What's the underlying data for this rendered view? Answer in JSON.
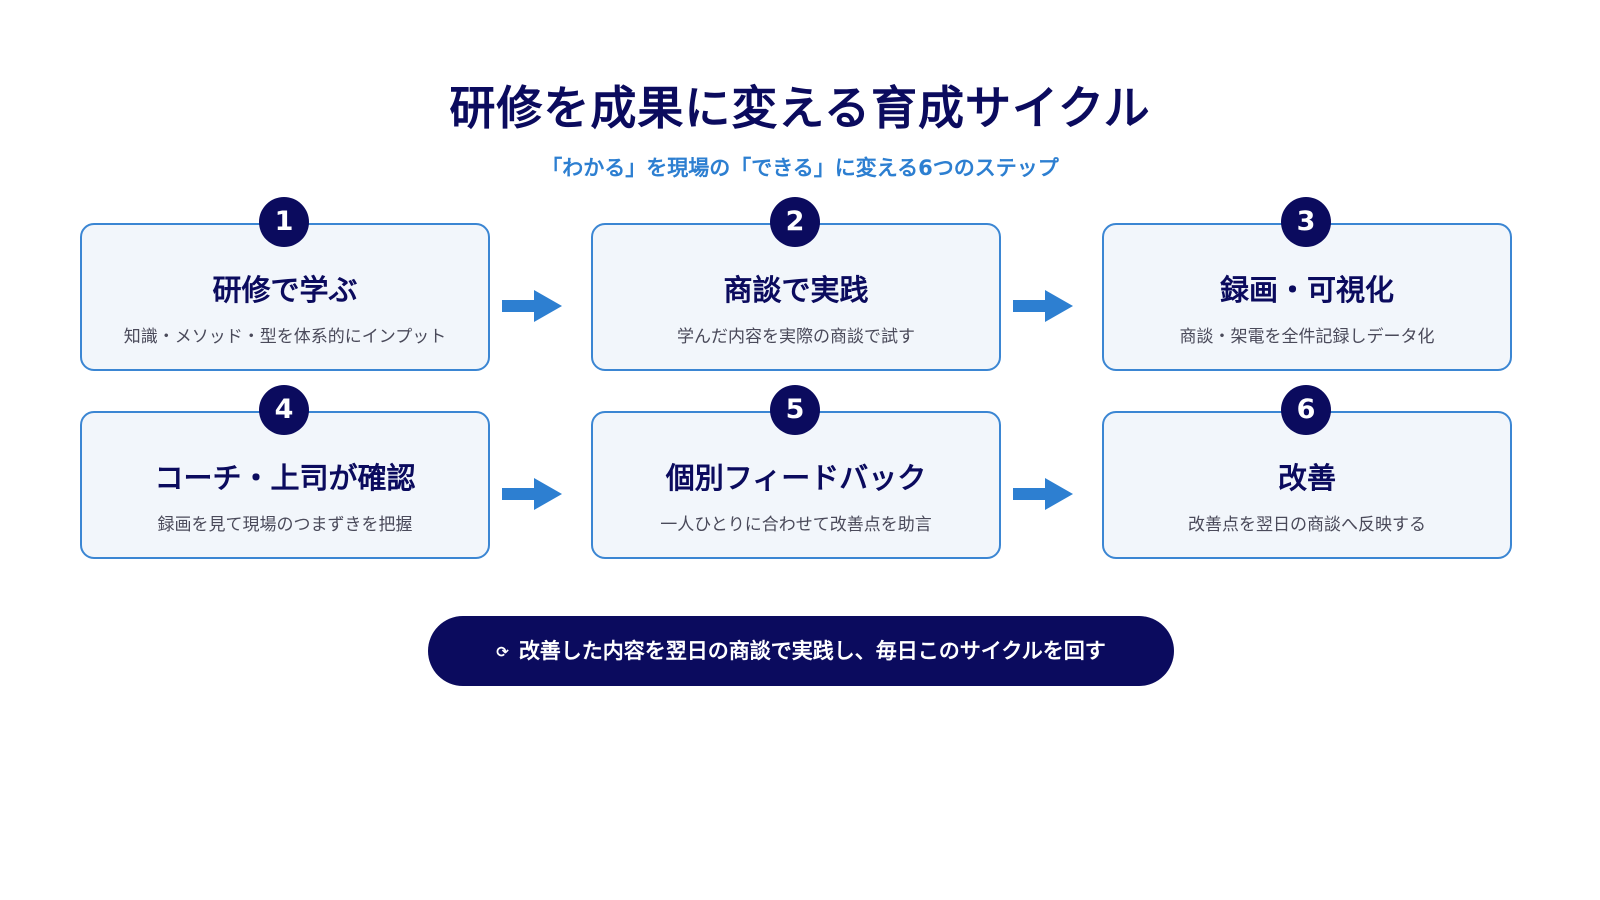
{
  "header": {
    "title": "研修を成果に変える育成サイクル",
    "subtitle": "「わかる」を現場の「できる」に変える6つのステップ"
  },
  "steps": [
    {
      "number": "1",
      "title": "研修で学ぶ",
      "description": "知識・メソッド・型を体系的にインプット"
    },
    {
      "number": "2",
      "title": "商談で実践",
      "description": "学んだ内容を実際の商談で試す"
    },
    {
      "number": "3",
      "title": "録画・可視化",
      "description": "商談・架電を全件記録しデータ化"
    },
    {
      "number": "4",
      "title": "コーチ・上司が確認",
      "description": "録画を見て現場のつまずきを把握"
    },
    {
      "number": "5",
      "title": "個別フィードバック",
      "description": "一人ひとりに合わせて改善点を助言"
    },
    {
      "number": "6",
      "title": "改善",
      "description": "改善点を翌日の商談へ反映する"
    }
  ],
  "footer": {
    "icon": "cycle-icon",
    "icon_glyph": "⟳",
    "text": "改善した内容を翌日の商談で実践し、毎日このサイクルを回す"
  },
  "colors": {
    "navy": "#0b0b5e",
    "accent_blue": "#2d7fd1",
    "card_border": "#3b86d3",
    "card_bg": "#f2f6fb"
  }
}
